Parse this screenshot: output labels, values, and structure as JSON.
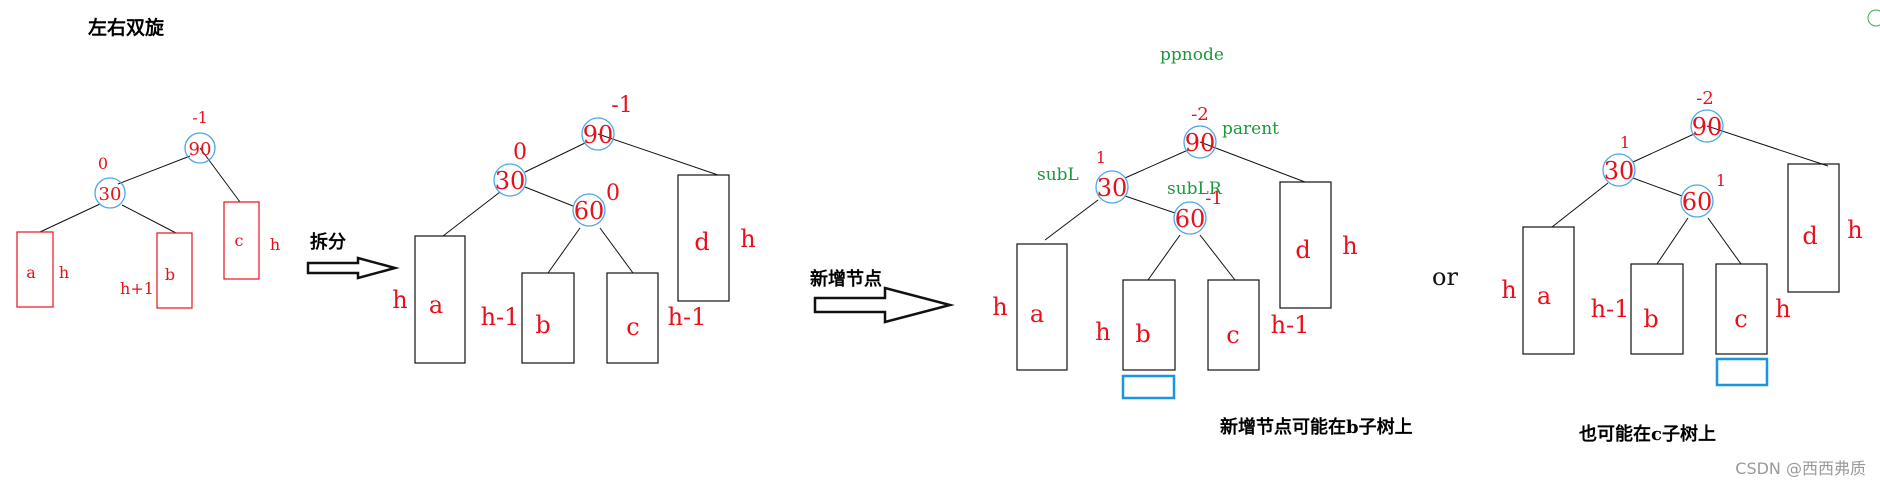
{
  "colors": {
    "red": "#e8101a",
    "green": "#1a9a3a",
    "black": "#111111",
    "blue": "#1a96e0",
    "gray": "#9a9a9a",
    "circle_stroke": "#4aa8e8"
  },
  "title": "左右双旋",
  "arrow_label_split": "拆分",
  "arrow_label_insert": "新增节点",
  "or_label": "or",
  "caption_b": "新增节点可能在b子树上",
  "caption_c": "也可能在c子树上",
  "watermark": "CSDN @西西弗质",
  "diagram1": {
    "nodes": [
      {
        "key": "90",
        "bf": "-1"
      },
      {
        "key": "30",
        "bf": "0"
      }
    ],
    "subtrees": [
      {
        "name": "a",
        "height": "h"
      },
      {
        "name": "b",
        "height": "h+1"
      },
      {
        "name": "c",
        "height": "h"
      }
    ]
  },
  "diagram2": {
    "nodes": [
      {
        "key": "90",
        "bf": "-1"
      },
      {
        "key": "30",
        "bf": "0"
      },
      {
        "key": "60",
        "bf": "0"
      }
    ],
    "subtrees": [
      {
        "name": "a",
        "height": "h"
      },
      {
        "name": "b",
        "height": "h-1"
      },
      {
        "name": "c",
        "height": "h-1"
      },
      {
        "name": "d",
        "height": "h"
      }
    ]
  },
  "diagram3": {
    "nodes": [
      {
        "key": "90",
        "bf": "-2",
        "role": "parent"
      },
      {
        "key": "30",
        "bf": "1",
        "role": "subL"
      },
      {
        "key": "60",
        "bf": "-1",
        "role": "subLR"
      }
    ],
    "extra_label": "ppnode",
    "subtrees": [
      {
        "name": "a",
        "height": "h"
      },
      {
        "name": "b",
        "height": "h"
      },
      {
        "name": "c",
        "height": "h-1"
      },
      {
        "name": "d",
        "height": "h"
      }
    ]
  },
  "diagram4": {
    "nodes": [
      {
        "key": "90",
        "bf": "-2"
      },
      {
        "key": "30",
        "bf": "1"
      },
      {
        "key": "60",
        "bf": "1"
      }
    ],
    "subtrees": [
      {
        "name": "a",
        "height": "h"
      },
      {
        "name": "b",
        "height": "h-1"
      },
      {
        "name": "c",
        "height": "h"
      },
      {
        "name": "d",
        "height": "h"
      }
    ]
  }
}
